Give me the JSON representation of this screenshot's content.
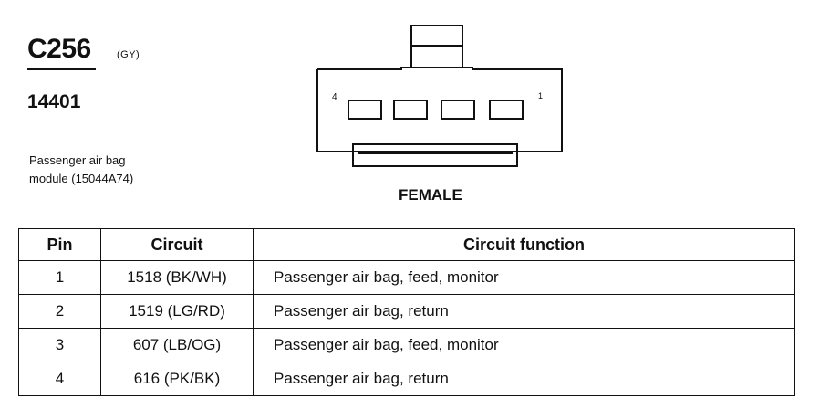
{
  "connector": {
    "id": "C256",
    "color_code": "(GY)",
    "part_number": "14401",
    "description_line1": "Passenger air bag",
    "description_line2": "module (15044A74)",
    "gender": "FEMALE",
    "pin_label_left": "4",
    "pin_label_right": "1"
  },
  "table": {
    "headers": {
      "pin": "Pin",
      "circuit": "Circuit",
      "function": "Circuit function"
    },
    "rows": [
      {
        "pin": "1",
        "circuit": "1518 (BK/WH)",
        "function": "Passenger air bag, feed, monitor"
      },
      {
        "pin": "2",
        "circuit": "1519 (LG/RD)",
        "function": "Passenger air bag, return"
      },
      {
        "pin": "3",
        "circuit": "607 (LB/OG)",
        "function": "Passenger air bag, feed, monitor"
      },
      {
        "pin": "4",
        "circuit": "616 (PK/BK)",
        "function": "Passenger air bag, return"
      }
    ]
  }
}
